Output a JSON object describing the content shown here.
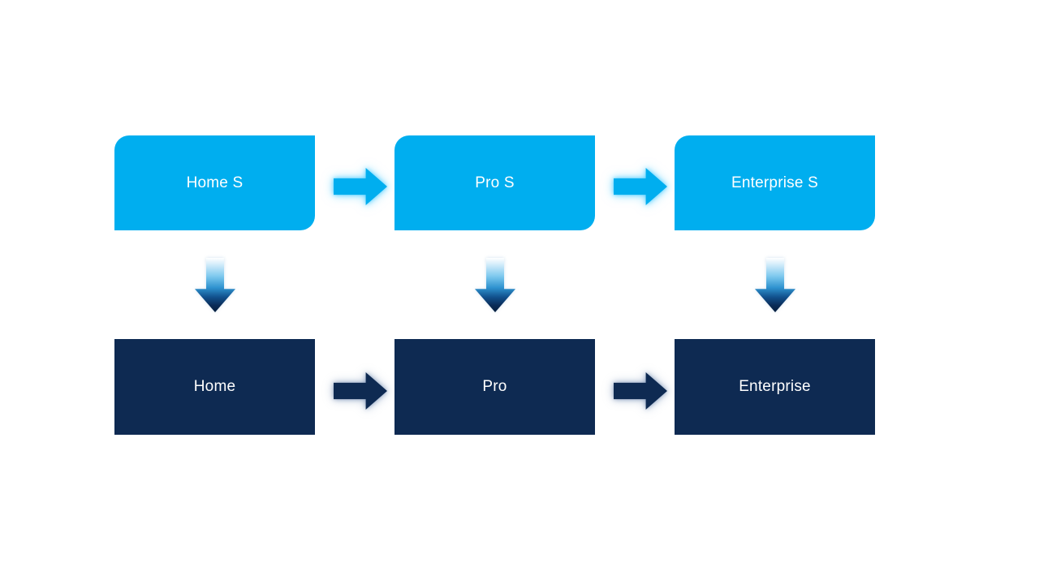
{
  "slide": {
    "background": "#FFFFFF"
  },
  "diagram": {
    "type": "process-flow",
    "colors": {
      "light_blue": "#00AEEF",
      "navy": "#0E2A52",
      "label_text": "#FFFFFF",
      "down_arrow_gradient_top": "#FFFFFF",
      "down_arrow_gradient_bottom": "#071F3E",
      "top_arrow_glow": "#50CDFF",
      "bottom_arrow_glow": "#5A78A5"
    },
    "top_row": [
      {
        "label": "Home S"
      },
      {
        "label": "Pro S"
      },
      {
        "label": "Enterprise S"
      }
    ],
    "bottom_row": [
      {
        "label": "Home"
      },
      {
        "label": "Pro"
      },
      {
        "label": "Enterprise"
      }
    ]
  }
}
